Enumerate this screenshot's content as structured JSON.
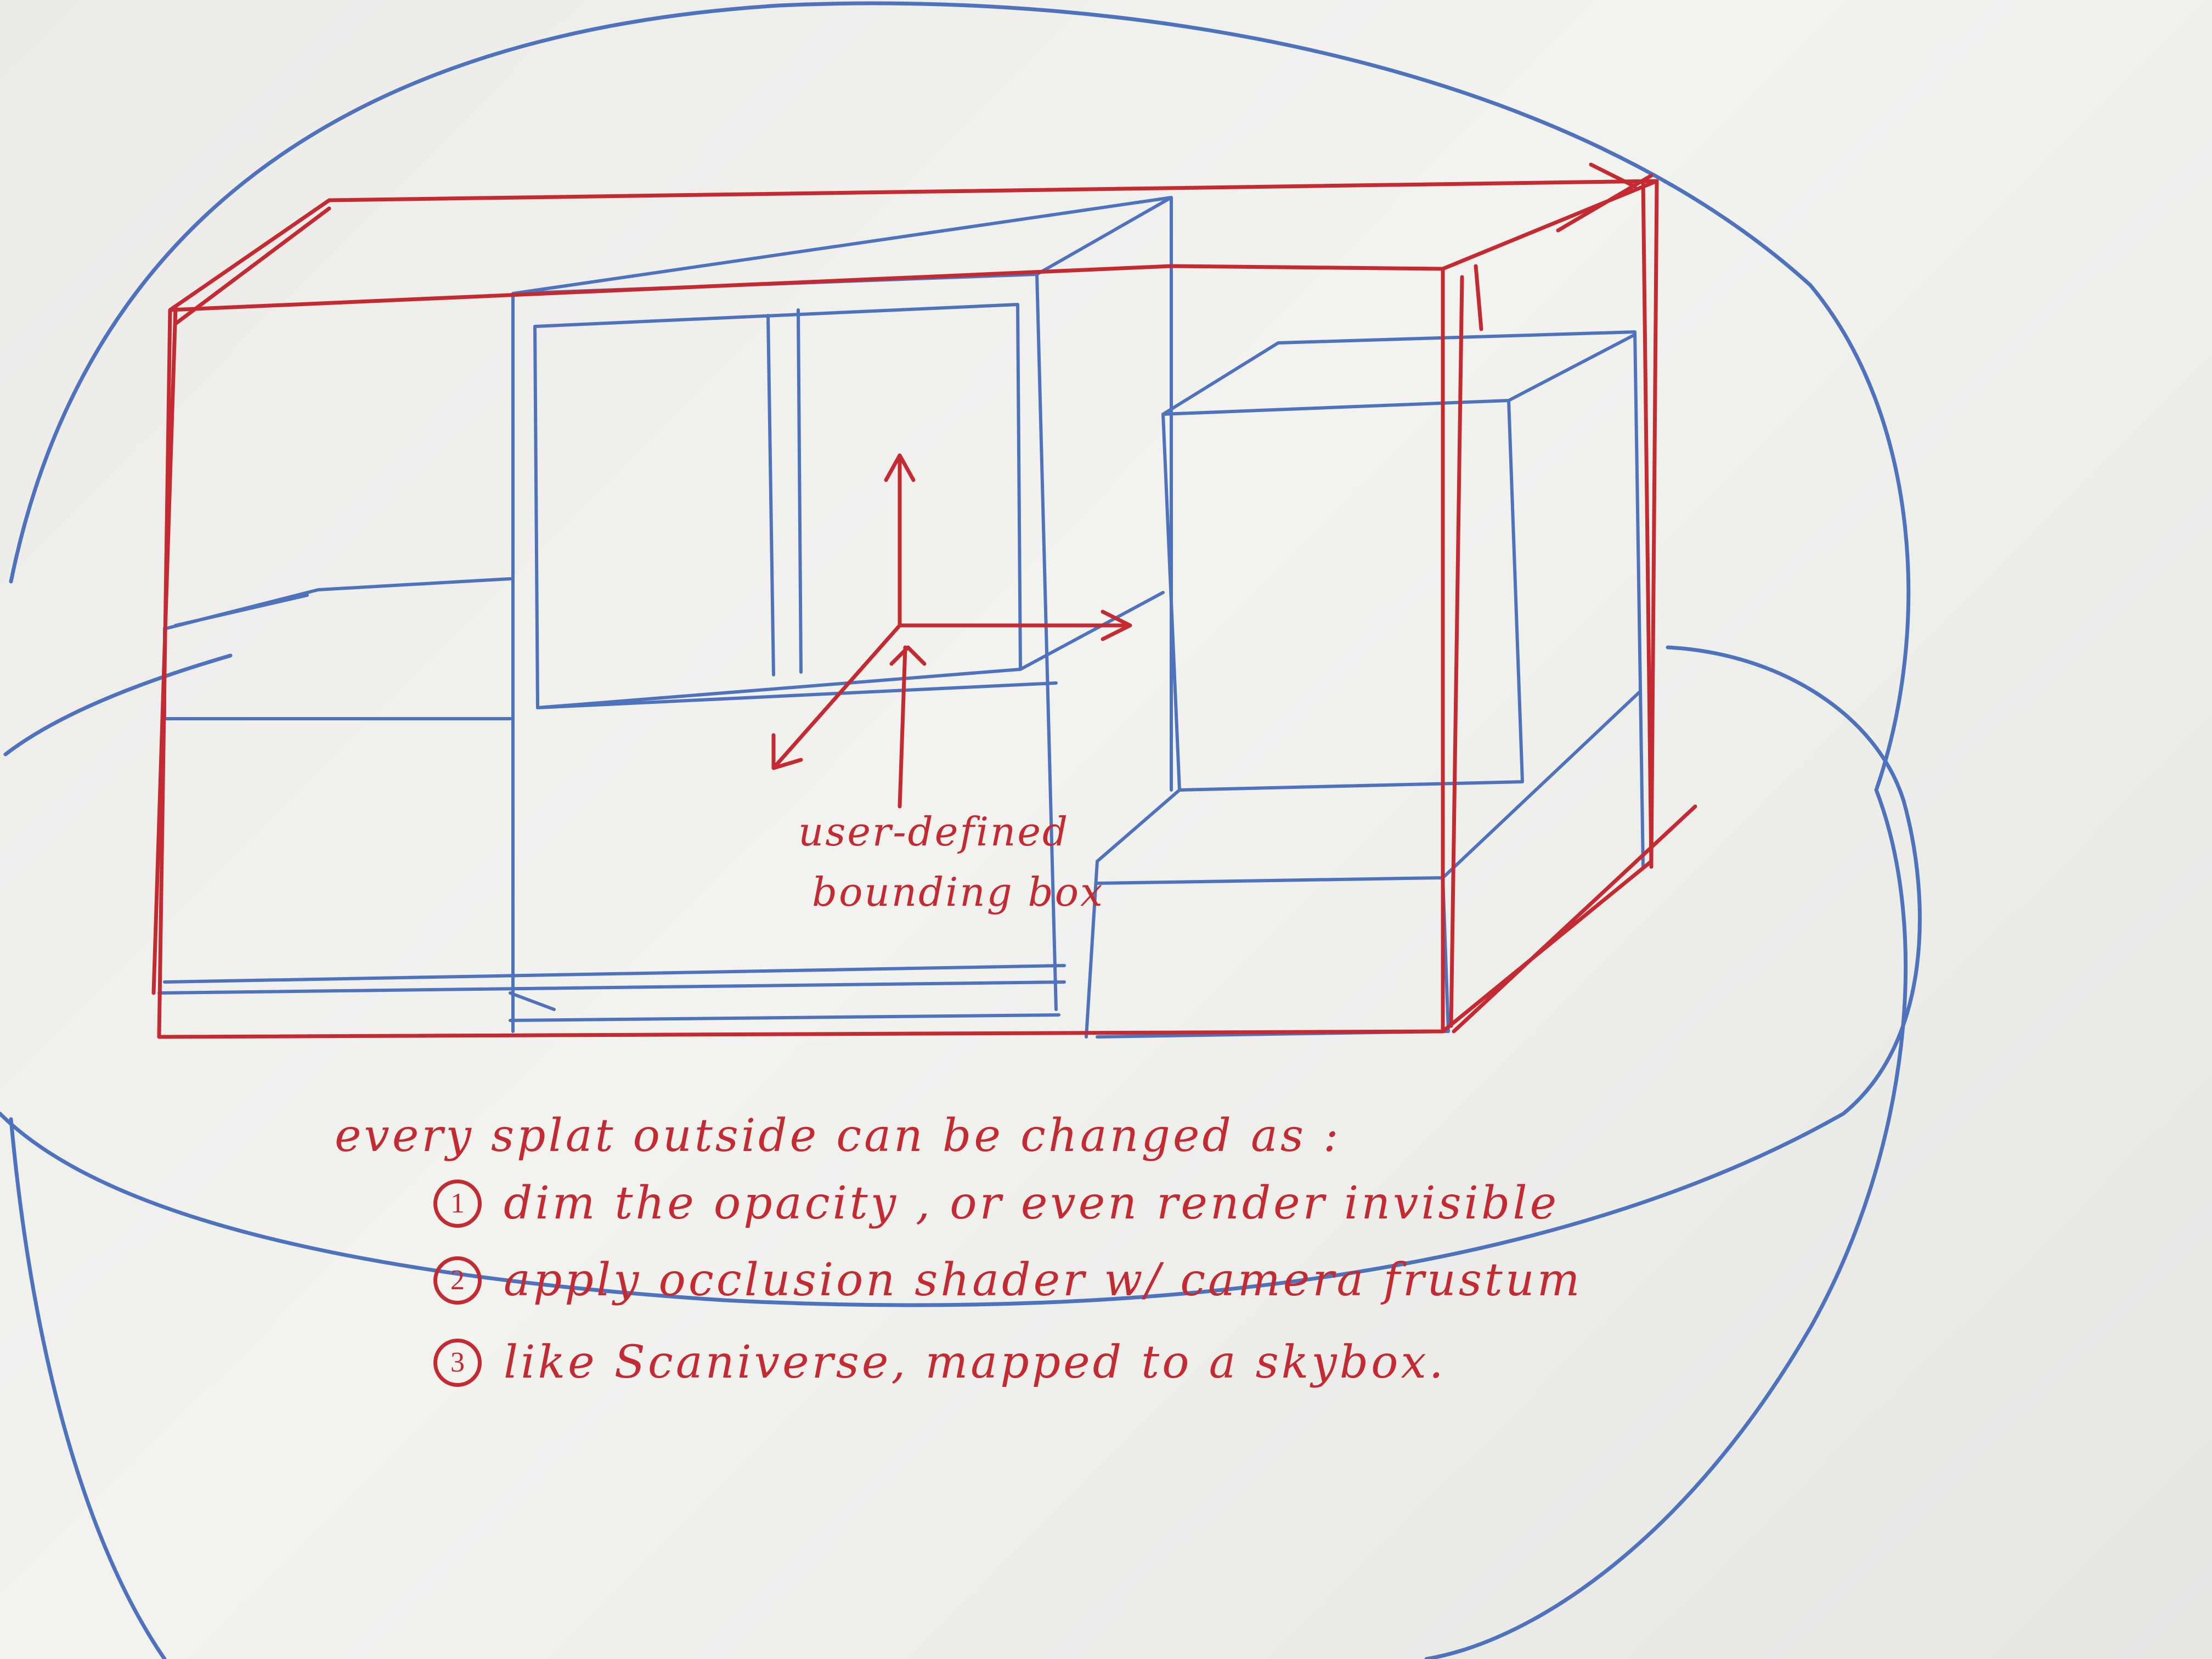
{
  "colors": {
    "paper": "#efefec",
    "blue_ink": "#4f72bd",
    "red_ink": "#c42a32"
  },
  "diagram": {
    "bbox_label_line1": "user-defined",
    "bbox_label_line2": "bounding box"
  },
  "notes": {
    "heading": "every splat outside can be changed as :",
    "items": [
      {
        "marker": "1",
        "text": "dim the opacity , or even render invisible"
      },
      {
        "marker": "2",
        "text": "apply occlusion shader w/ camera frustum"
      },
      {
        "marker": "3",
        "text": "like Scaniverse, mapped to a skybox."
      }
    ]
  }
}
